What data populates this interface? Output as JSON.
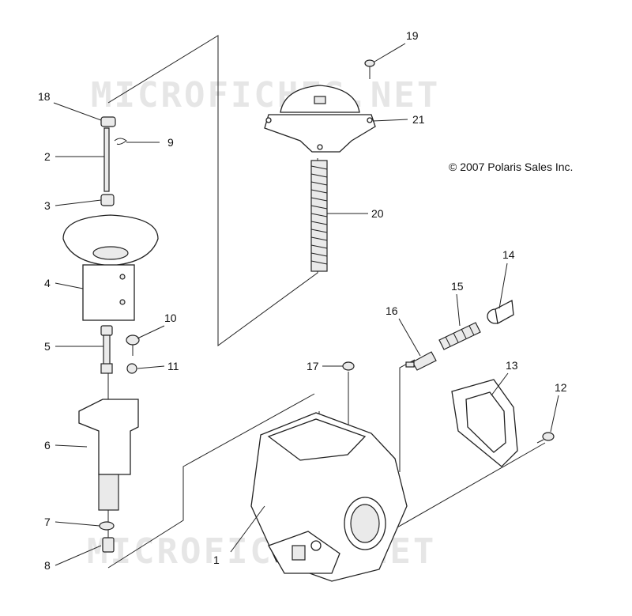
{
  "copyright": "© 2007 Polaris Sales Inc.",
  "watermark": "MICROFICHES.NET",
  "callouts": {
    "c1": "1",
    "c2": "2",
    "c3": "3",
    "c4": "4",
    "c5": "5",
    "c6": "6",
    "c7": "7",
    "c8": "8",
    "c9": "9",
    "c10": "10",
    "c11": "11",
    "c12": "12",
    "c13": "13",
    "c14": "14",
    "c15": "15",
    "c16": "16",
    "c17": "17",
    "c18": "18",
    "c19": "19",
    "c20": "20",
    "c21": "21"
  }
}
